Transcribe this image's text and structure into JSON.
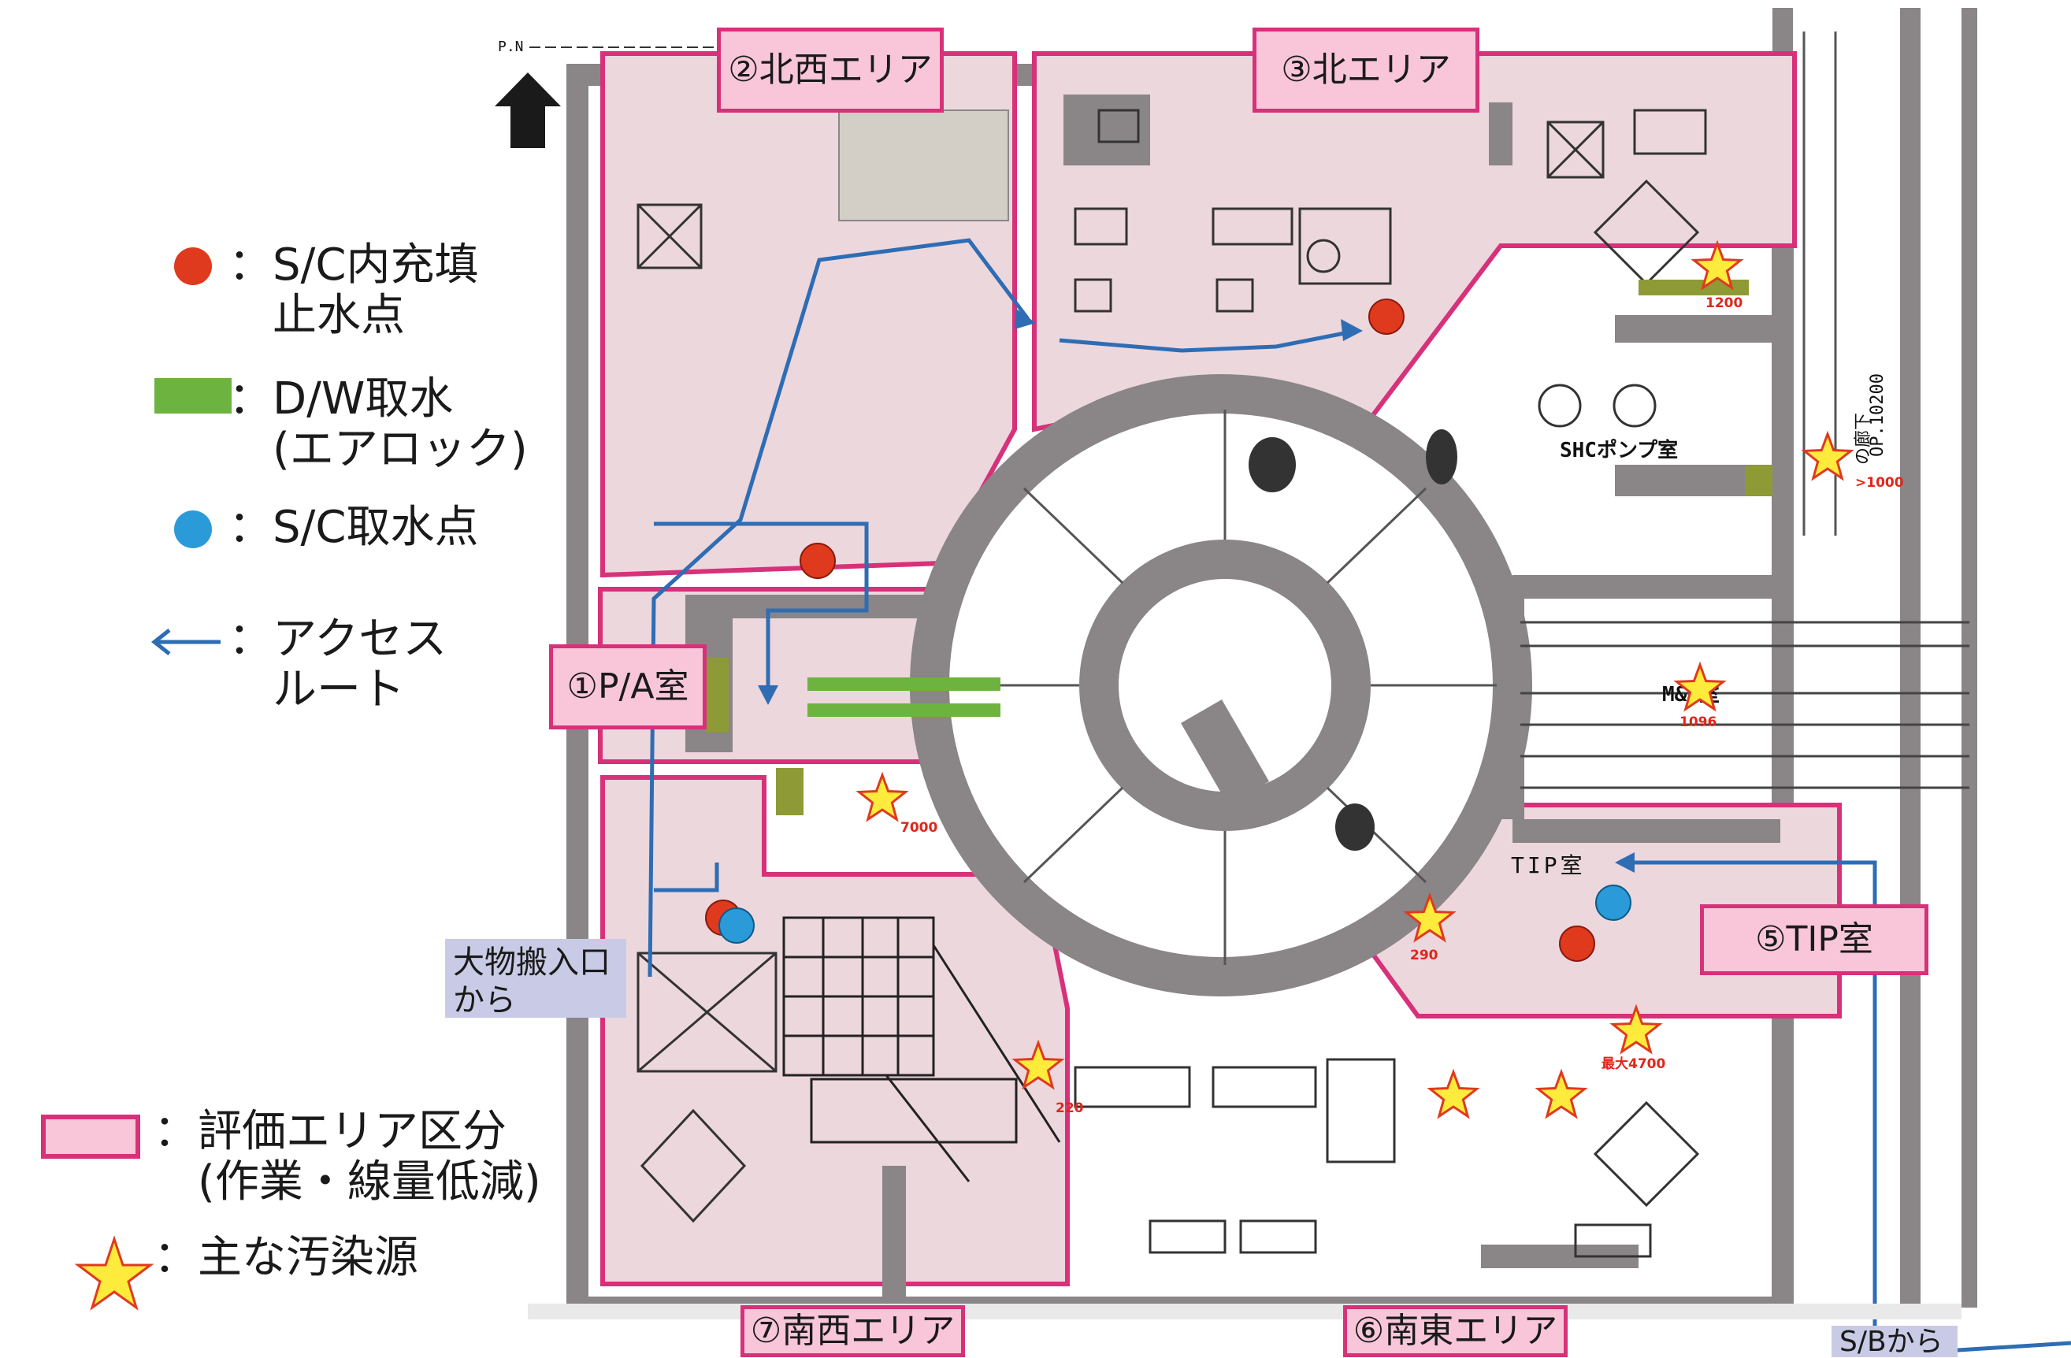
{
  "north_marker": "P.N",
  "legend": {
    "sc_fill_stop_label": "：S/C内充填\n　止水点",
    "dw_intake_label": "：D/W取水\n　(エアロック)",
    "sc_intake_label": "：S/C取水点",
    "access_route_label": "：アクセス\n　ルート",
    "eval_area_label": "：評価エリア区分\n　(作業・線量低減)",
    "contamination_label": "：主な汚染源"
  },
  "areas": {
    "pa_room": "①P/A室",
    "northwest": "②北西エリア",
    "north": "③北エリア",
    "tip_room": "⑤TIP室",
    "southeast": "⑥南東エリア",
    "southwest": "⑦南西エリア"
  },
  "entries": {
    "large_equipment": "大物搬入口\nから",
    "sb_from": "S/Bから"
  },
  "room_labels": {
    "shc_pump": "SHCポンプ室",
    "tip_room_map": "TIP室",
    "ms_room": "M&S室",
    "corridor": "の廊下",
    "op_level": "OP.10200"
  },
  "dose_values": {
    "north_star": "1200",
    "east_corridor_star": ">1000",
    "ms_star": "1096",
    "sw_star": "7000",
    "tip_star": "290",
    "se_star_max": "最大4700",
    "south_star": "220"
  },
  "colors": {
    "area_fill": "#f8c6d8",
    "area_border": "#d7317a",
    "access_route": "#2e6db4",
    "fill_stop_point": "#e03a1e",
    "intake_point": "#2a9ad8",
    "dw_intake": "#6cb33f",
    "star": "#ffeb3b",
    "wall": "#8a8587"
  }
}
